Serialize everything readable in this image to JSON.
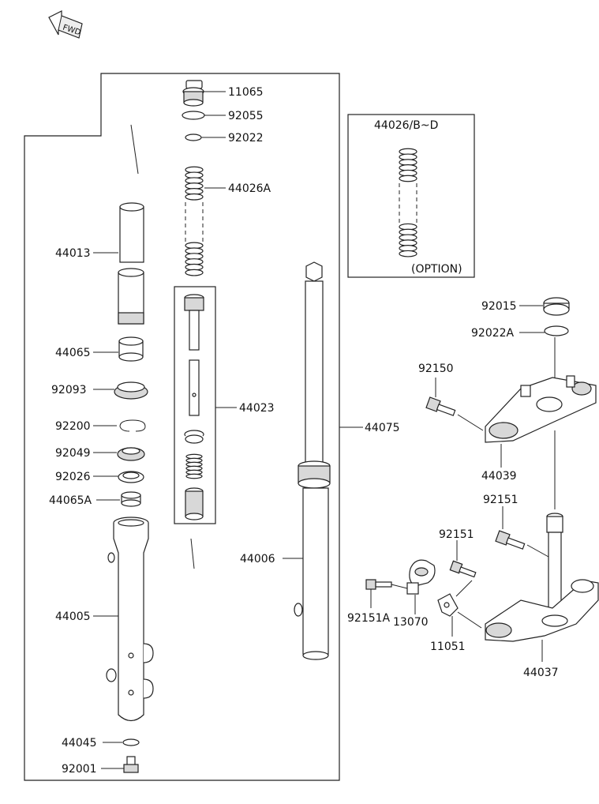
{
  "fwd_label": "FWD",
  "option_label": "(OPTION)",
  "parts": {
    "p11065": "11065",
    "p92055": "92055",
    "p92022": "92022",
    "p44026A": "44026A",
    "p44013": "44013",
    "p44026BD": "44026/B~D",
    "p92015": "92015",
    "p92022A": "92022A",
    "p92150": "92150",
    "p44065": "44065",
    "p92093": "92093",
    "p44023": "44023",
    "p92200": "92200",
    "p92049": "92049",
    "p92026": "92026",
    "p44065A": "44065A",
    "p44075": "44075",
    "p44039": "44039",
    "p92151a": "92151",
    "p92151b": "92151",
    "p44006": "44006",
    "p44005": "44005",
    "p92151A": "92151A",
    "p13070": "13070",
    "p11051": "11051",
    "p44037": "44037",
    "p44045": "44045",
    "p92001": "92001"
  }
}
